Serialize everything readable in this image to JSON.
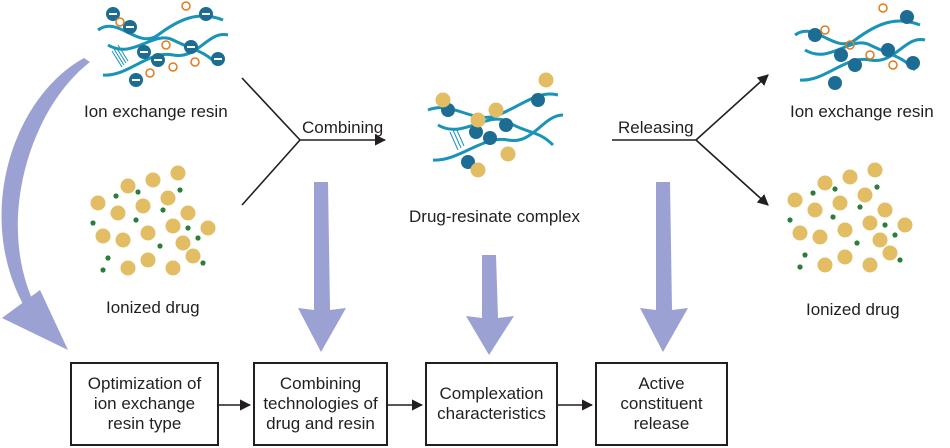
{
  "labels": {
    "resin_left": "Ion exchange resin",
    "drug_left": "Ionized drug",
    "combining": "Combining",
    "complex": "Drug-resinate complex",
    "releasing": "Releasing",
    "resin_right": "Ion exchange resin",
    "drug_right": "Ionized drug"
  },
  "boxes": [
    {
      "lines": [
        "Optimization of",
        "ion exchange",
        "resin type"
      ]
    },
    {
      "lines": [
        "Combining",
        "technologies of",
        "drug and resin"
      ]
    },
    {
      "lines": [
        "Complexation",
        "characteristics"
      ]
    },
    {
      "lines": [
        "Active",
        "constituent",
        "release"
      ]
    }
  ],
  "colors": {
    "strand": "#1a93b8",
    "negative_ion": "#1d6c93",
    "positive_ion_small": "#e07b1c",
    "drug": "#e2bd63",
    "counter_ion": "#2a7d3a",
    "big_arrow": "#9ba1d3",
    "line": "#231f20"
  }
}
